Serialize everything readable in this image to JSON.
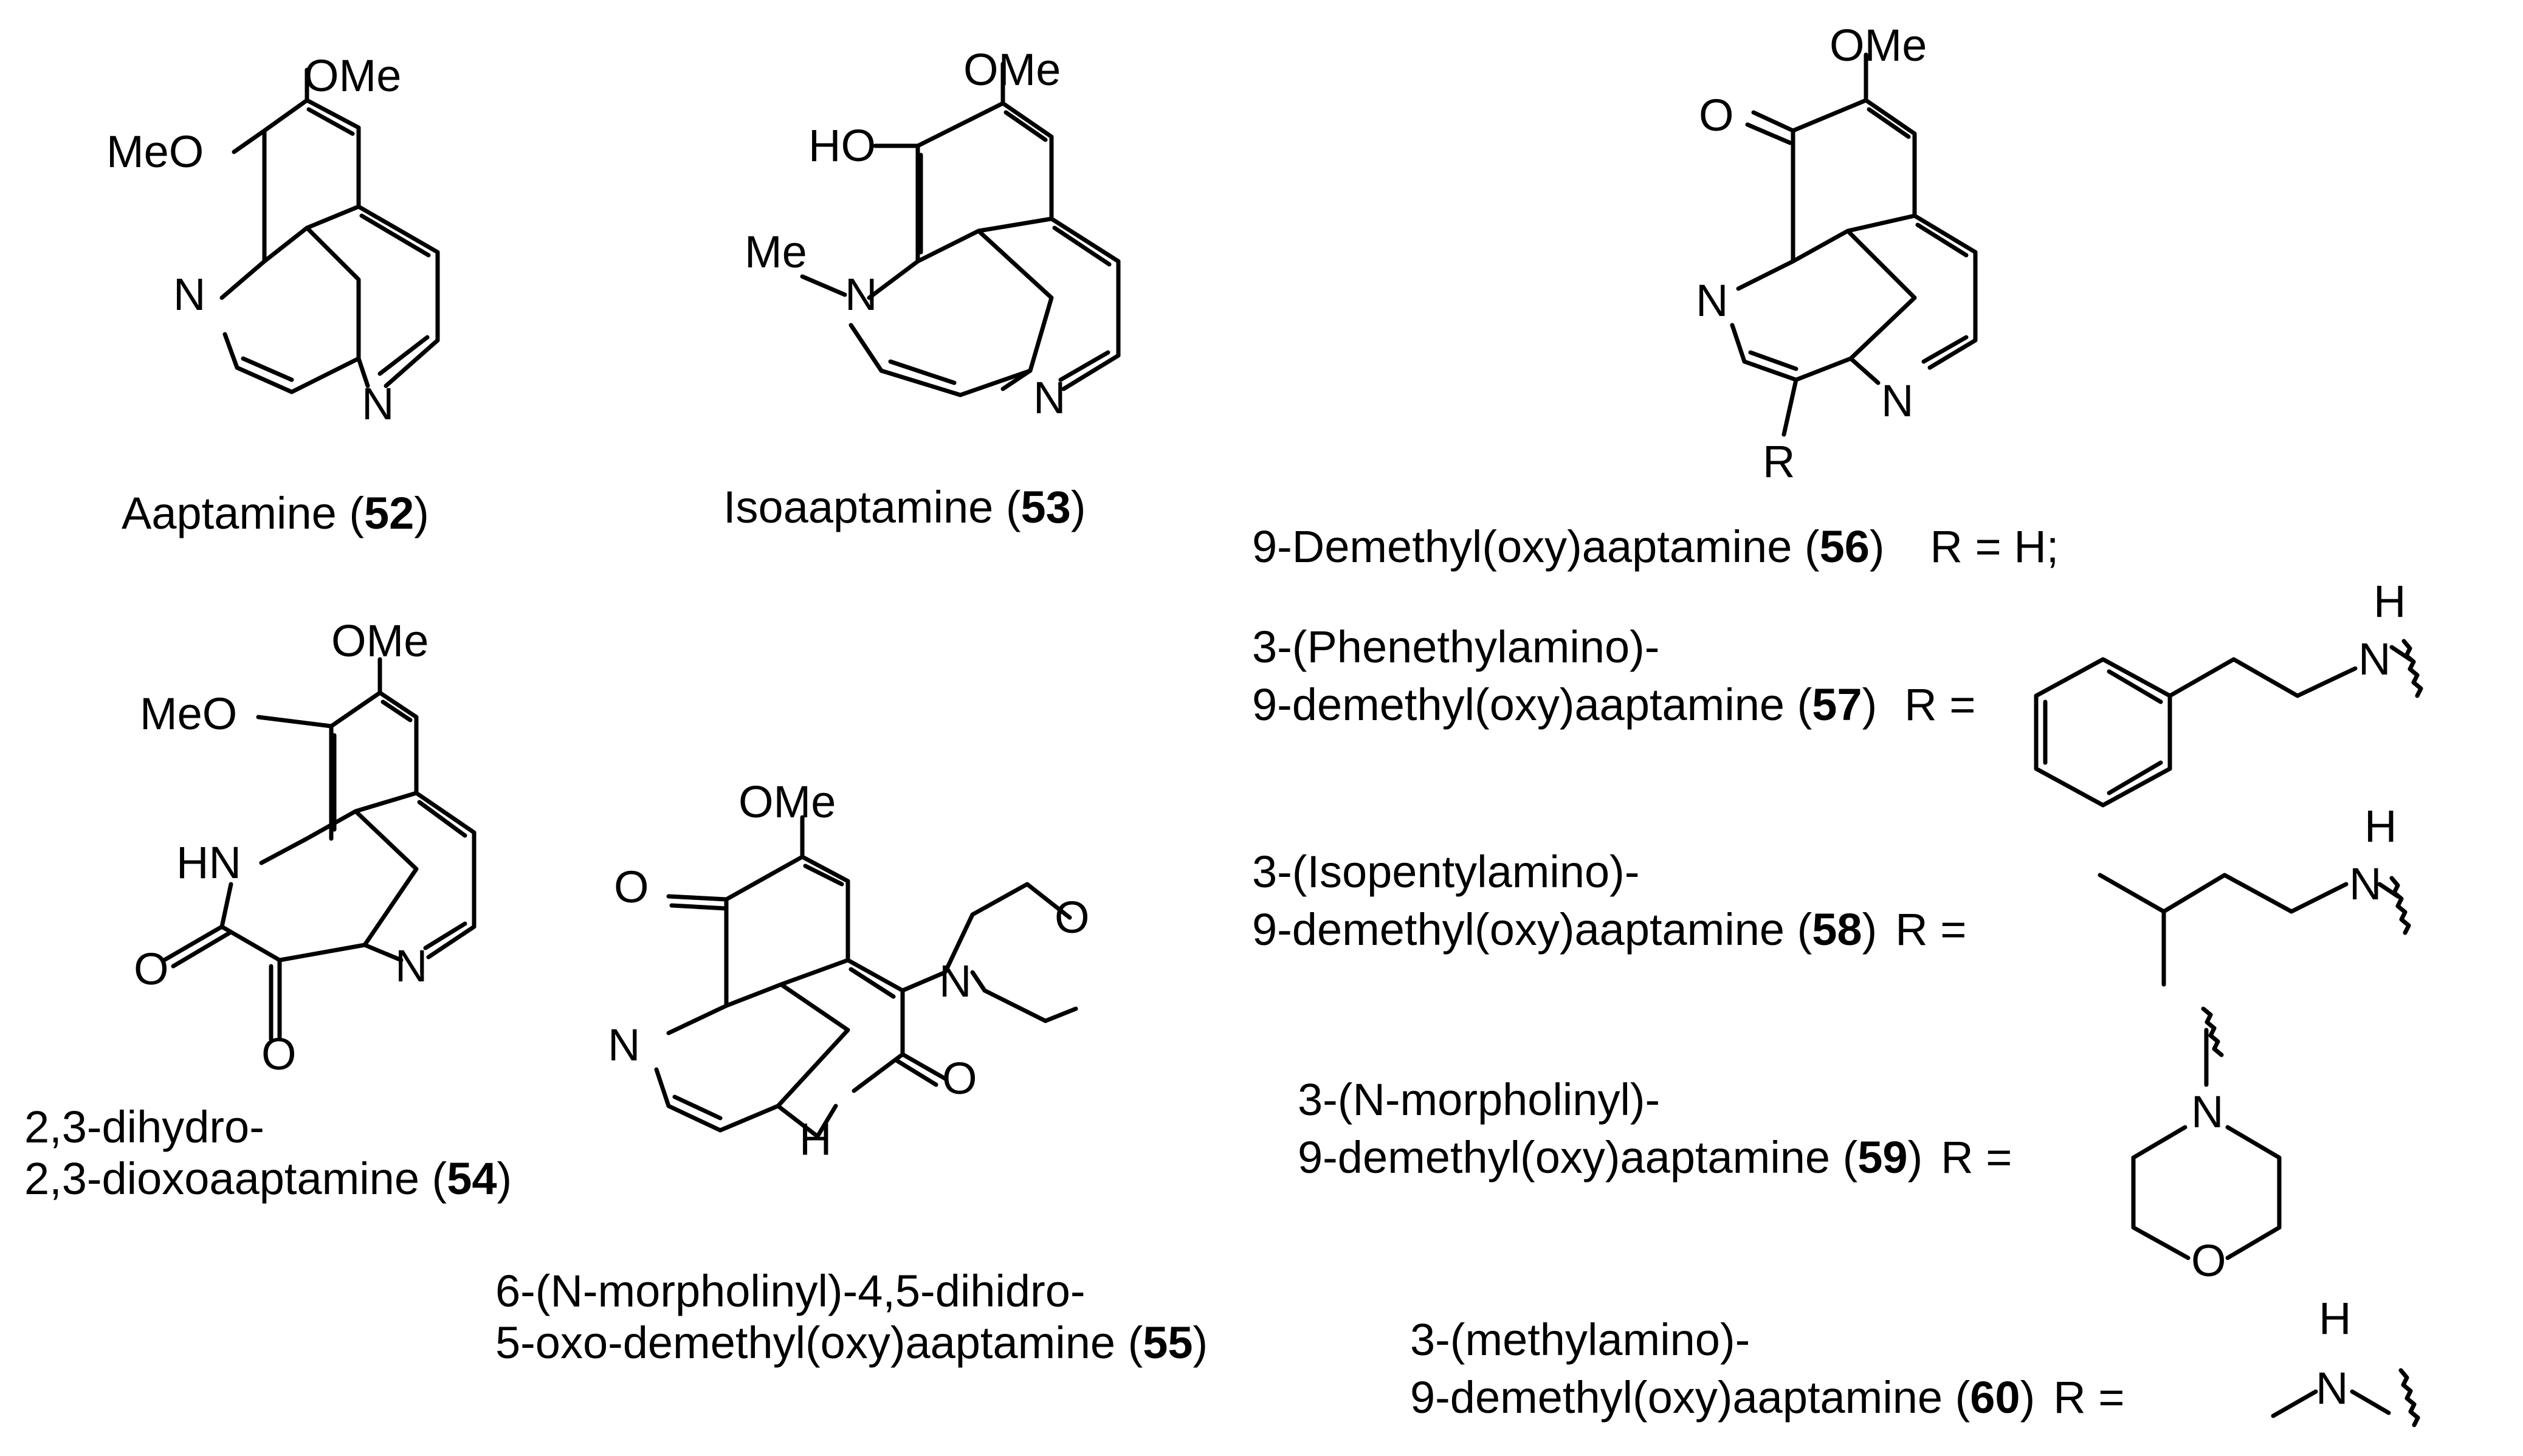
{
  "atoms": {
    "OMe": "OMe",
    "MeO": "MeO",
    "HO": "HO",
    "Me": "Me",
    "N": "N",
    "O": "O",
    "HN": "HN",
    "H": "H",
    "R": "R"
  },
  "compounds": {
    "c52": {
      "name": "Aaptamine",
      "number": "52"
    },
    "c53": {
      "name": "Isoaaptamine",
      "number": "53"
    },
    "c54": {
      "name_line1": "2,3-dihydro-",
      "name_line2": "2,3-dioxoaaptamine",
      "number": "54"
    },
    "c55": {
      "name_line1": "6-(N-morpholinyl)-4,5-dihidro-",
      "name_line2": "5-oxo-demethyl(oxy)aaptamine",
      "number": "55"
    },
    "c56": {
      "name": "9-Demethyl(oxy)aaptamine",
      "number": "56",
      "r_def": "R = H;"
    },
    "c57": {
      "name_line1": "3-(Phenethylamino)-",
      "name_line2": "9-demethyl(oxy)aaptamine",
      "number": "57",
      "r_def": "R ="
    },
    "c58": {
      "name_line1": "3-(Isopentylamino)-",
      "name_line2": "9-demethyl(oxy)aaptamine",
      "number": "58",
      "r_def": "R ="
    },
    "c59": {
      "name_line1": "3-(N-morpholinyl)-",
      "name_line2": "9-demethyl(oxy)aaptamine",
      "number": "59",
      "r_def": "R ="
    },
    "c60": {
      "name_line1": "3-(methylamino)-",
      "name_line2": "9-demethyl(oxy)aaptamine",
      "number": "60",
      "r_def": "R ="
    }
  },
  "punct": {
    "open": " (",
    "close": ")"
  }
}
